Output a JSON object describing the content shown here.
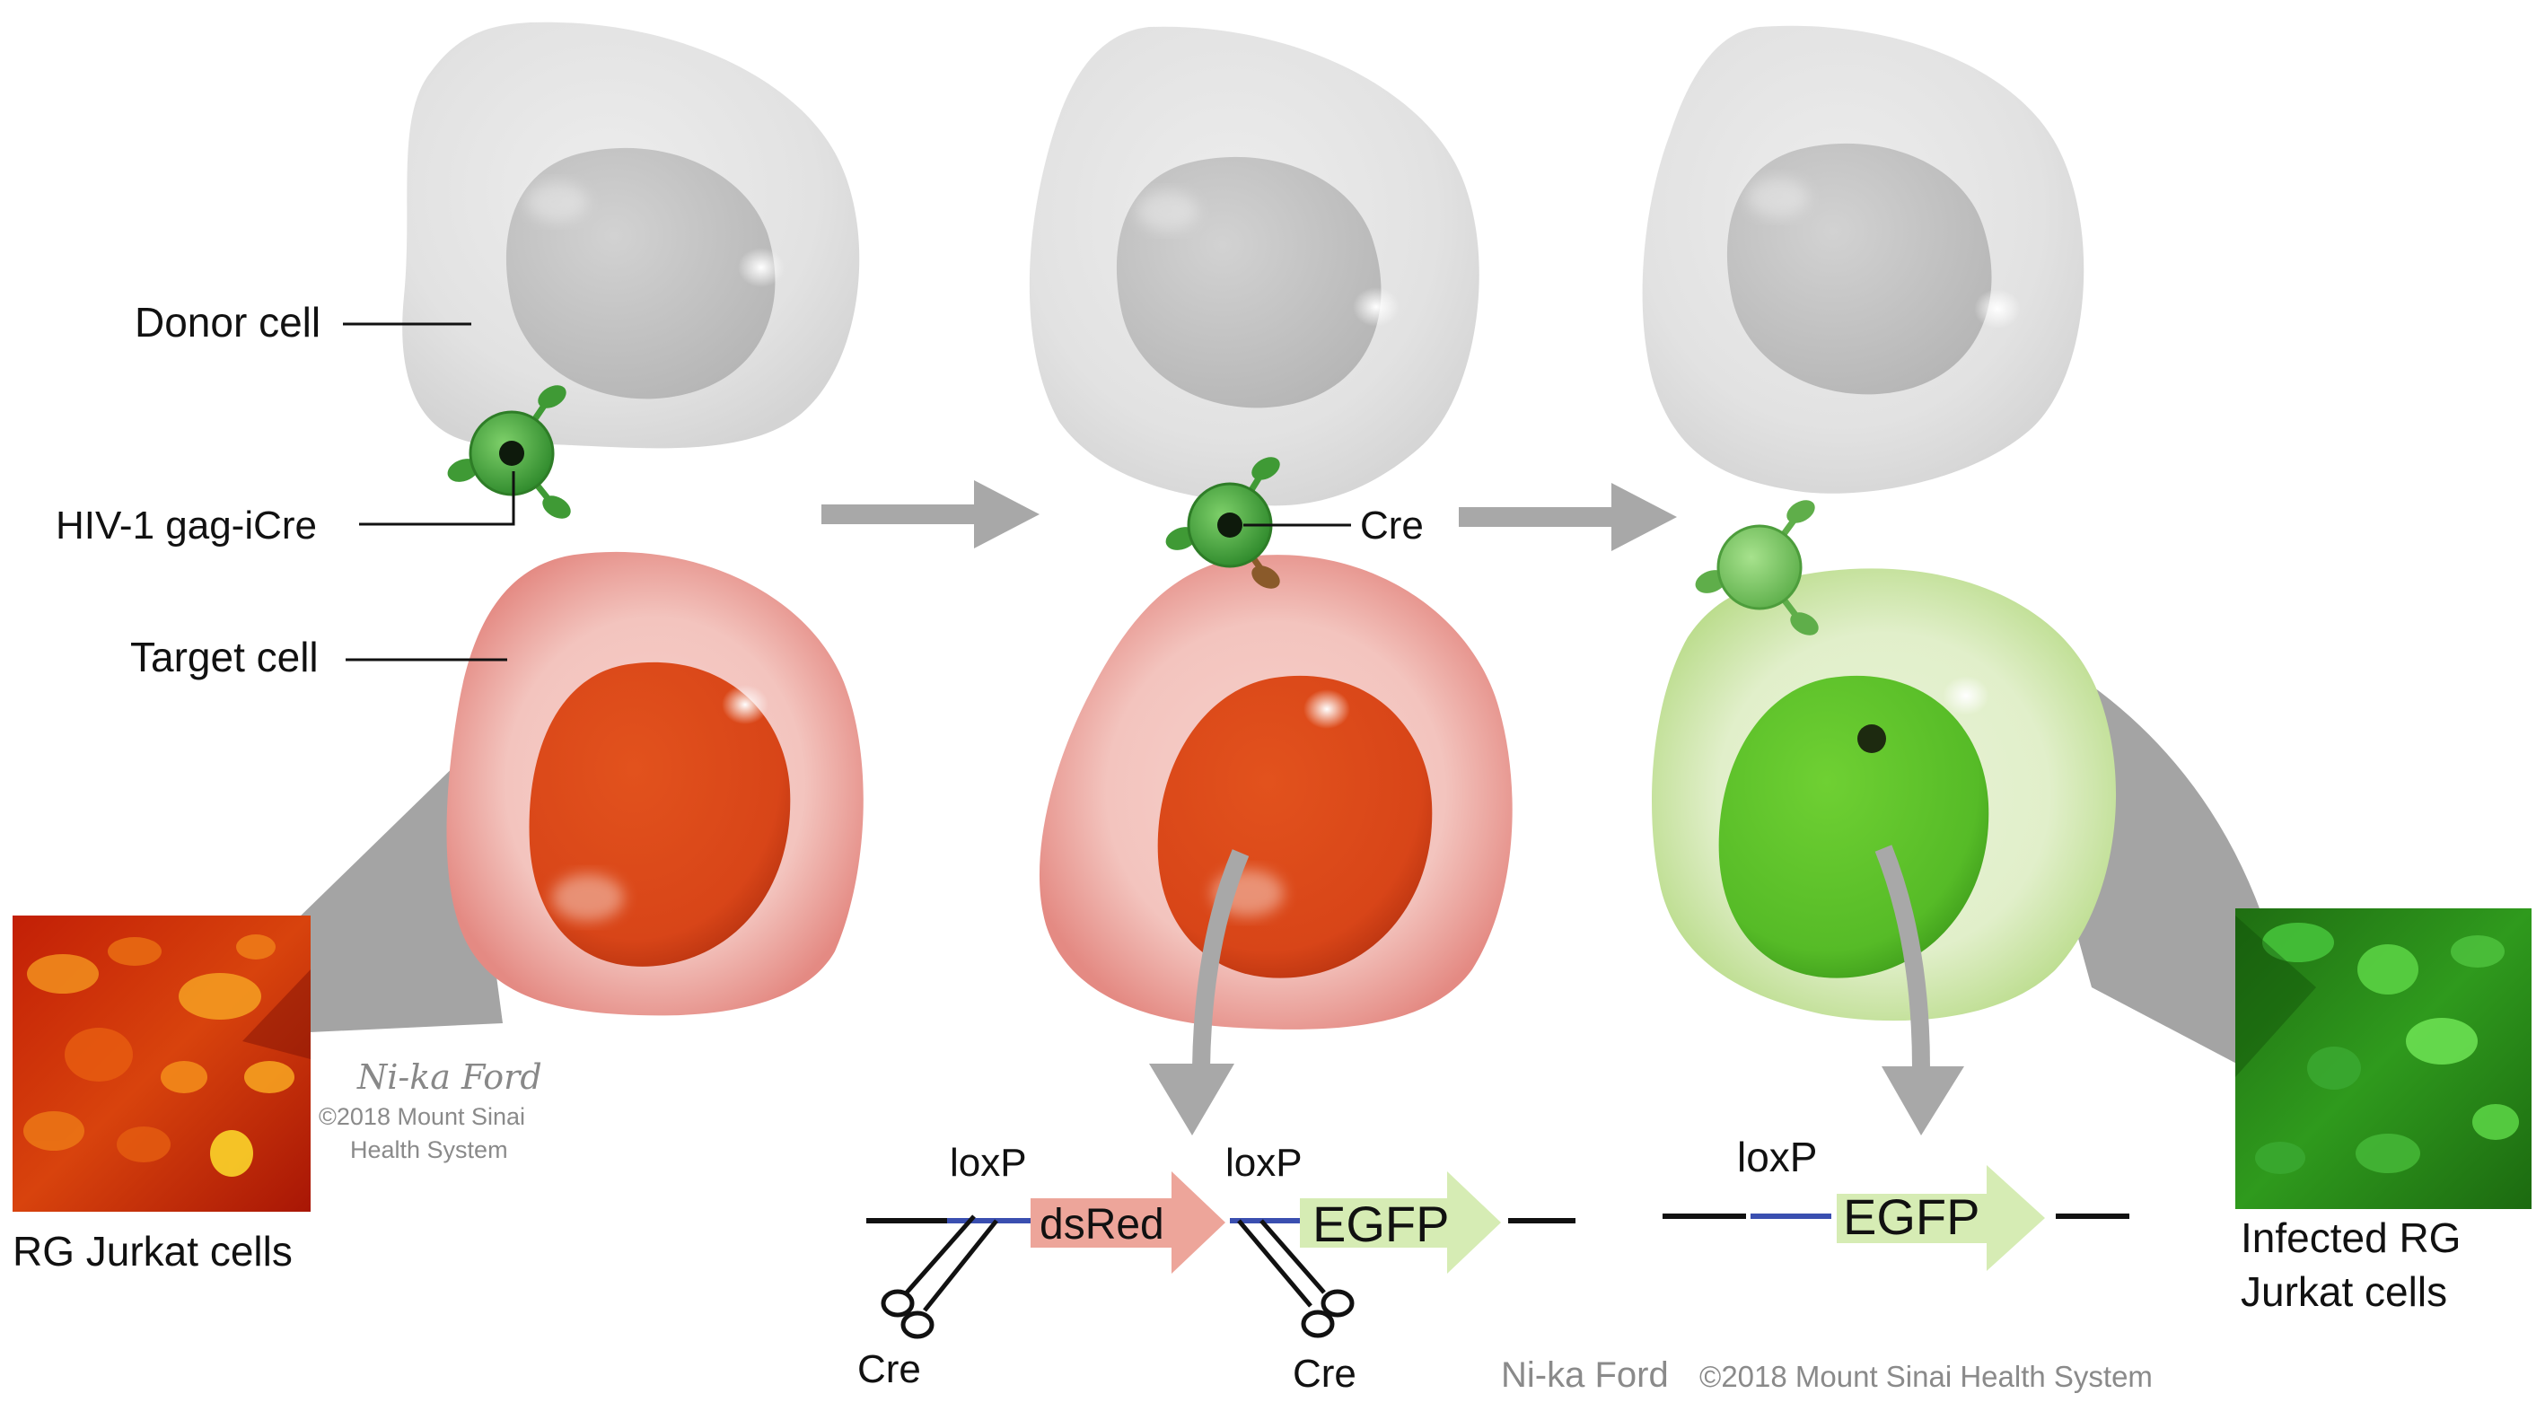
{
  "labels": {
    "donor_cell": "Donor cell",
    "virus": "HIV-1 gag-iCre",
    "target_cell": "Target cell",
    "cre_protein": "Cre",
    "rg_jurkat": "RG Jurkat cells",
    "infected_line1": "Infected RG",
    "infected_line2": "Jurkat cells"
  },
  "construct_before": {
    "loxp_left": "loxP",
    "loxp_right": "loxP",
    "gene1": "dsRed",
    "gene2": "EGFP",
    "cre_left": "Cre",
    "cre_right": "Cre"
  },
  "construct_after": {
    "loxp": "loxP",
    "gene": "EGFP"
  },
  "credits": {
    "small_signature": "Ni-ka Ford",
    "small_line1": "©2018 Mount Sinai",
    "small_line2": "Health System",
    "bottom_signature": "Ni-ka Ford",
    "bottom_copyright": "©2018 Mount Sinai Health System"
  },
  "colors": {
    "donor_cytoplasm": "#e3e3e3",
    "donor_nucleus": "#c4c4c4",
    "target_cytoplasm": "#e88e88",
    "target_nucleus": "#d94a1c",
    "infected_cytoplasm": "#cde6a8",
    "infected_nucleus": "#5cbf2a",
    "virus": "#3f9a35",
    "loxp_line": "#3a4fb0",
    "dsred_arrow": "#eda59a",
    "egfp_arrow": "#d6ecb4",
    "flow_arrow": "#a8a8a8"
  }
}
